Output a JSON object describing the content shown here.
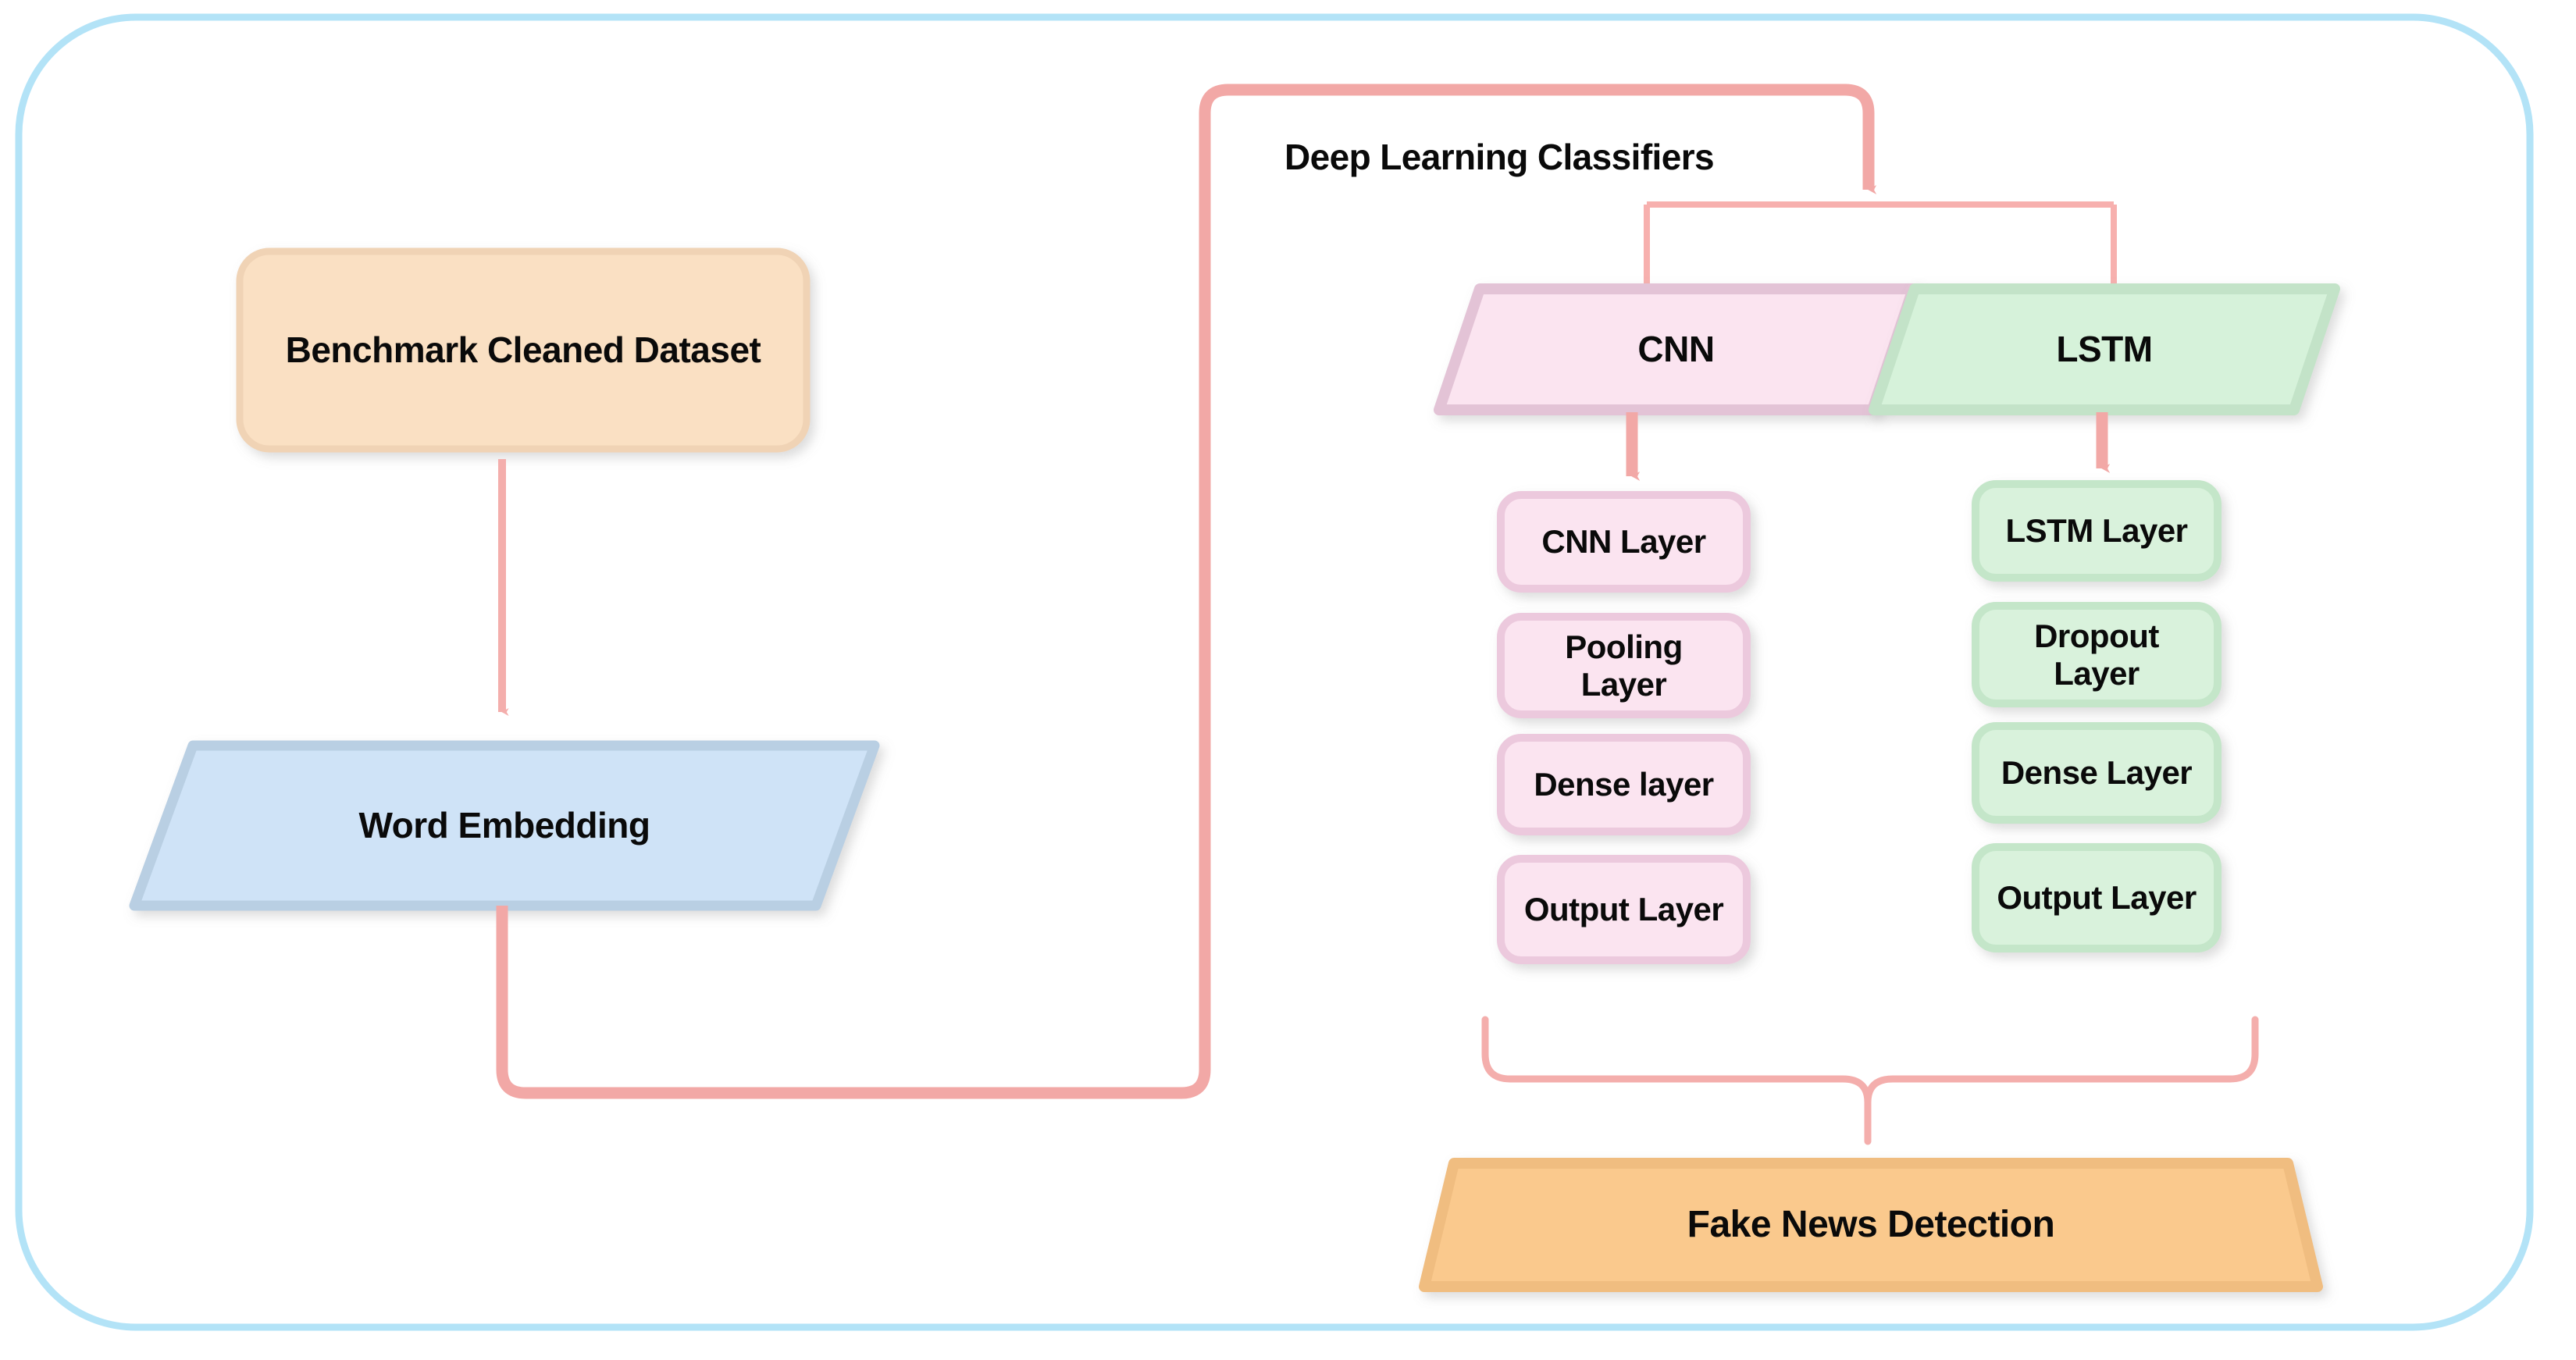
{
  "diagram": {
    "title_text": "Deep Learning Classifiers",
    "border_color": "#b3e3f7",
    "connector_color": "#f2a8a6",
    "connector_thin_color": "#f7b0ae"
  },
  "nodes": {
    "dataset": {
      "label": "Benchmark Cleaned Dataset",
      "shape": "rounded-rect",
      "fill": "#fae0c3",
      "stroke": "#f0d3b5"
    },
    "word_embedding": {
      "label": "Word Embedding",
      "shape": "parallelogram",
      "fill": "#cfe3f7",
      "stroke": "#b9cfe3"
    },
    "cnn": {
      "label": "CNN",
      "shape": "parallelogram",
      "fill": "#fbe4f0",
      "stroke": "#e3c3d6"
    },
    "lstm": {
      "label": "LSTM",
      "shape": "parallelogram",
      "fill": "#d6f2da",
      "stroke": "#c3e3c8"
    },
    "output": {
      "label": "Fake News Detection",
      "shape": "trapezoid",
      "fill": "#fac98d",
      "stroke": "#f0bd80"
    }
  },
  "cnn_stack": {
    "fill": "#fbe4f0",
    "stroke": "#ecc9dd",
    "layers": [
      {
        "label": "CNN Layer"
      },
      {
        "label": "Pooling\nLayer"
      },
      {
        "label": "Dense layer"
      },
      {
        "label": "Output Layer"
      }
    ]
  },
  "lstm_stack": {
    "fill": "#d9f2dc",
    "stroke": "#c4e6c9",
    "layers": [
      {
        "label": "LSTM Layer"
      },
      {
        "label": "Dropout\nLayer"
      },
      {
        "label": "Dense Layer"
      },
      {
        "label": "Output Layer"
      }
    ]
  }
}
